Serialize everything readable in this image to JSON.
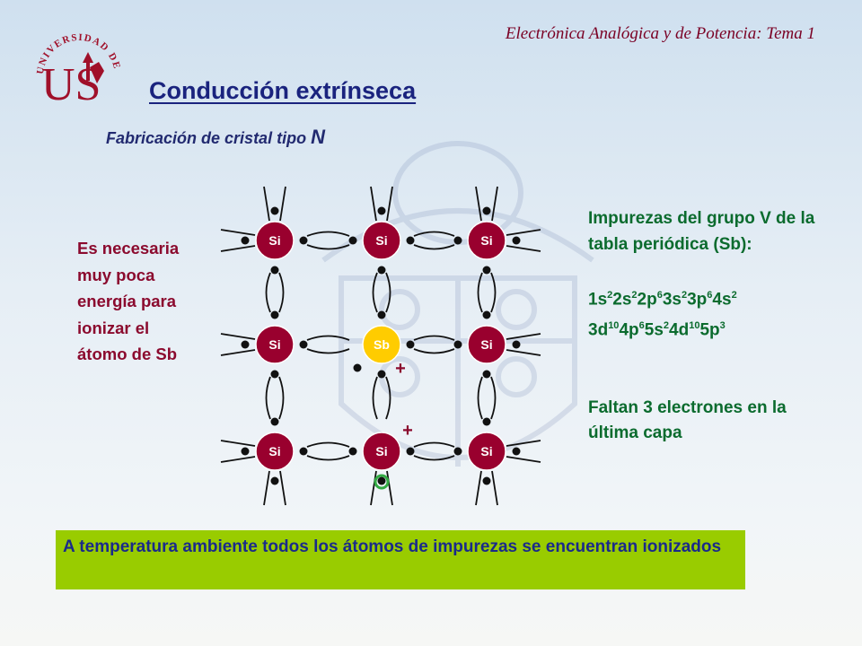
{
  "header": {
    "course": "Electrónica Analógica y de Potencia: Tema 1",
    "logo_text": "UNIVERSIDAD DE SEVILLA",
    "logo_letters": "US"
  },
  "title": "Conducción extrínseca",
  "subtitle": {
    "text": "Fabricación de cristal tipo ",
    "n": "N"
  },
  "left_note": "Es necesaria muy poca energía para ionizar el átomo de Sb",
  "right_note": {
    "heading": "Impurezas del grupo V de la tabla periódica (Sb):",
    "config_line1": [
      [
        "1s",
        "2"
      ],
      [
        "2s",
        "2"
      ],
      [
        "2p",
        "6"
      ],
      [
        "3s",
        "2"
      ],
      [
        "3p",
        "6"
      ],
      [
        "4s",
        "2"
      ]
    ],
    "config_line2": [
      [
        "3d",
        "10"
      ],
      [
        "4p",
        "6"
      ],
      [
        "5s",
        "2"
      ],
      [
        "4d",
        "10"
      ],
      [
        "5p",
        "3"
      ]
    ],
    "missing": "Faltan 3 electrones en la última capa"
  },
  "lattice": {
    "atoms": [
      [
        "Si",
        "Si",
        "Si"
      ],
      [
        "Si",
        "Sb",
        "Si"
      ],
      [
        "Si",
        "Si",
        "Si"
      ]
    ],
    "si_color": "#99002e",
    "sb_color": "#ffcc00",
    "plus_color": "#8b0a2e",
    "plus_label": "+",
    "hole_color": "#33aa44"
  },
  "footer_box": {
    "text": "A temperatura ambiente todos los átomos de impurezas se encuentran ionizados",
    "color": "#99cc00"
  }
}
